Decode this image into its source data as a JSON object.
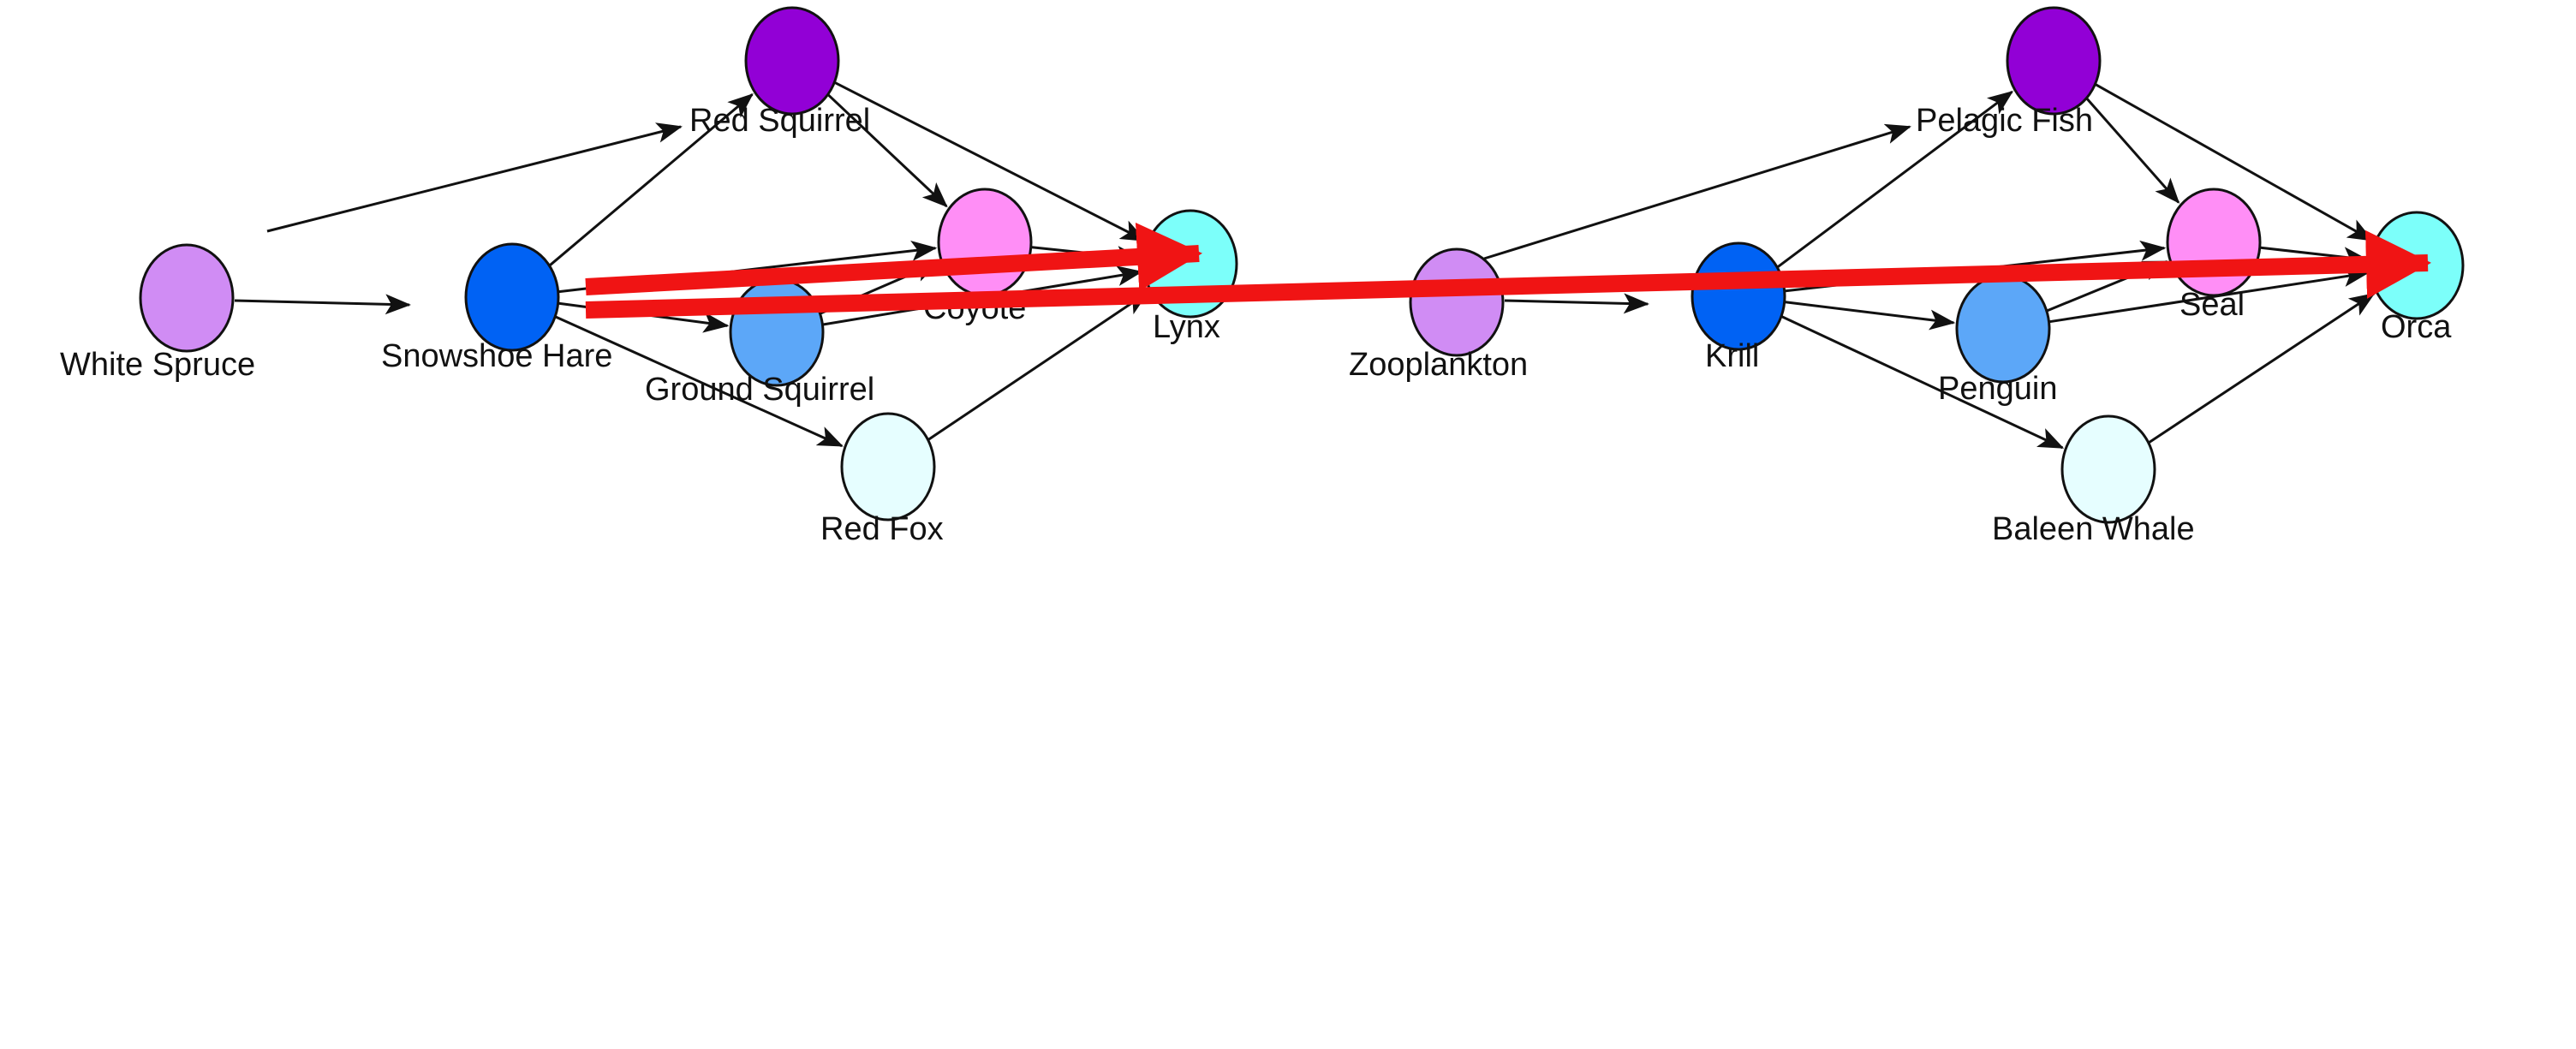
{
  "colors": {
    "edge": "#111111",
    "highlight": "#f01414",
    "producer": "#d08cf4",
    "primary_consumer": "#0062f4",
    "small_consumer": "#5ca7f8",
    "mid_predator_top": "#9200d6",
    "mid_predator": "#ff8ef6",
    "apex": "#7cfffa",
    "scavenger": "#e6feff"
  },
  "webs": [
    {
      "id": "boreal",
      "nodes": [
        {
          "id": "white_spruce",
          "label": "White Spruce",
          "color": "#d08cf4"
        },
        {
          "id": "snowshoe_hare",
          "label": "Snowshoe Hare",
          "color": "#0062f4"
        },
        {
          "id": "red_squirrel",
          "label": "Red Squirrel",
          "color": "#9200d6"
        },
        {
          "id": "coyote",
          "label": "Coyote",
          "color": "#ff8ef6"
        },
        {
          "id": "ground_squirrel",
          "label": "Ground Squirrel",
          "color": "#5ca7f8"
        },
        {
          "id": "lynx",
          "label": "Lynx",
          "color": "#7cfffa"
        },
        {
          "id": "red_fox",
          "label": "Red Fox",
          "color": "#e6feff"
        }
      ],
      "edges": [
        {
          "from": "white_spruce",
          "to": "red_squirrel"
        },
        {
          "from": "white_spruce",
          "to": "snowshoe_hare"
        },
        {
          "from": "snowshoe_hare",
          "to": "red_squirrel"
        },
        {
          "from": "snowshoe_hare",
          "to": "coyote"
        },
        {
          "from": "snowshoe_hare",
          "to": "ground_squirrel"
        },
        {
          "from": "snowshoe_hare",
          "to": "red_fox"
        },
        {
          "from": "red_squirrel",
          "to": "coyote"
        },
        {
          "from": "red_squirrel",
          "to": "lynx"
        },
        {
          "from": "ground_squirrel",
          "to": "coyote"
        },
        {
          "from": "ground_squirrel",
          "to": "lynx"
        },
        {
          "from": "coyote",
          "to": "lynx"
        },
        {
          "from": "red_fox",
          "to": "lynx"
        }
      ]
    },
    {
      "id": "marine",
      "nodes": [
        {
          "id": "zooplankton",
          "label": "Zooplankton",
          "color": "#d08cf4"
        },
        {
          "id": "krill",
          "label": "Krill",
          "color": "#0062f4"
        },
        {
          "id": "pelagic_fish",
          "label": "Pelagic Fish",
          "color": "#9200d6"
        },
        {
          "id": "seal",
          "label": "Seal",
          "color": "#ff8ef6"
        },
        {
          "id": "penguin",
          "label": "Penguin",
          "color": "#5ca7f8"
        },
        {
          "id": "orca",
          "label": "Orca",
          "color": "#7cfffa"
        },
        {
          "id": "baleen_whale",
          "label": "Baleen Whale",
          "color": "#e6feff"
        }
      ],
      "edges": [
        {
          "from": "zooplankton",
          "to": "pelagic_fish"
        },
        {
          "from": "zooplankton",
          "to": "krill"
        },
        {
          "from": "krill",
          "to": "pelagic_fish"
        },
        {
          "from": "krill",
          "to": "seal"
        },
        {
          "from": "krill",
          "to": "penguin"
        },
        {
          "from": "krill",
          "to": "baleen_whale"
        },
        {
          "from": "pelagic_fish",
          "to": "seal"
        },
        {
          "from": "pelagic_fish",
          "to": "orca"
        },
        {
          "from": "penguin",
          "to": "seal"
        },
        {
          "from": "penguin",
          "to": "orca"
        },
        {
          "from": "seal",
          "to": "orca"
        },
        {
          "from": "baleen_whale",
          "to": "orca"
        }
      ]
    }
  ],
  "highlight_arrows": [
    {
      "from": "snowshoe_hare",
      "to": "lynx"
    },
    {
      "from": "snowshoe_hare",
      "to": "orca"
    }
  ]
}
